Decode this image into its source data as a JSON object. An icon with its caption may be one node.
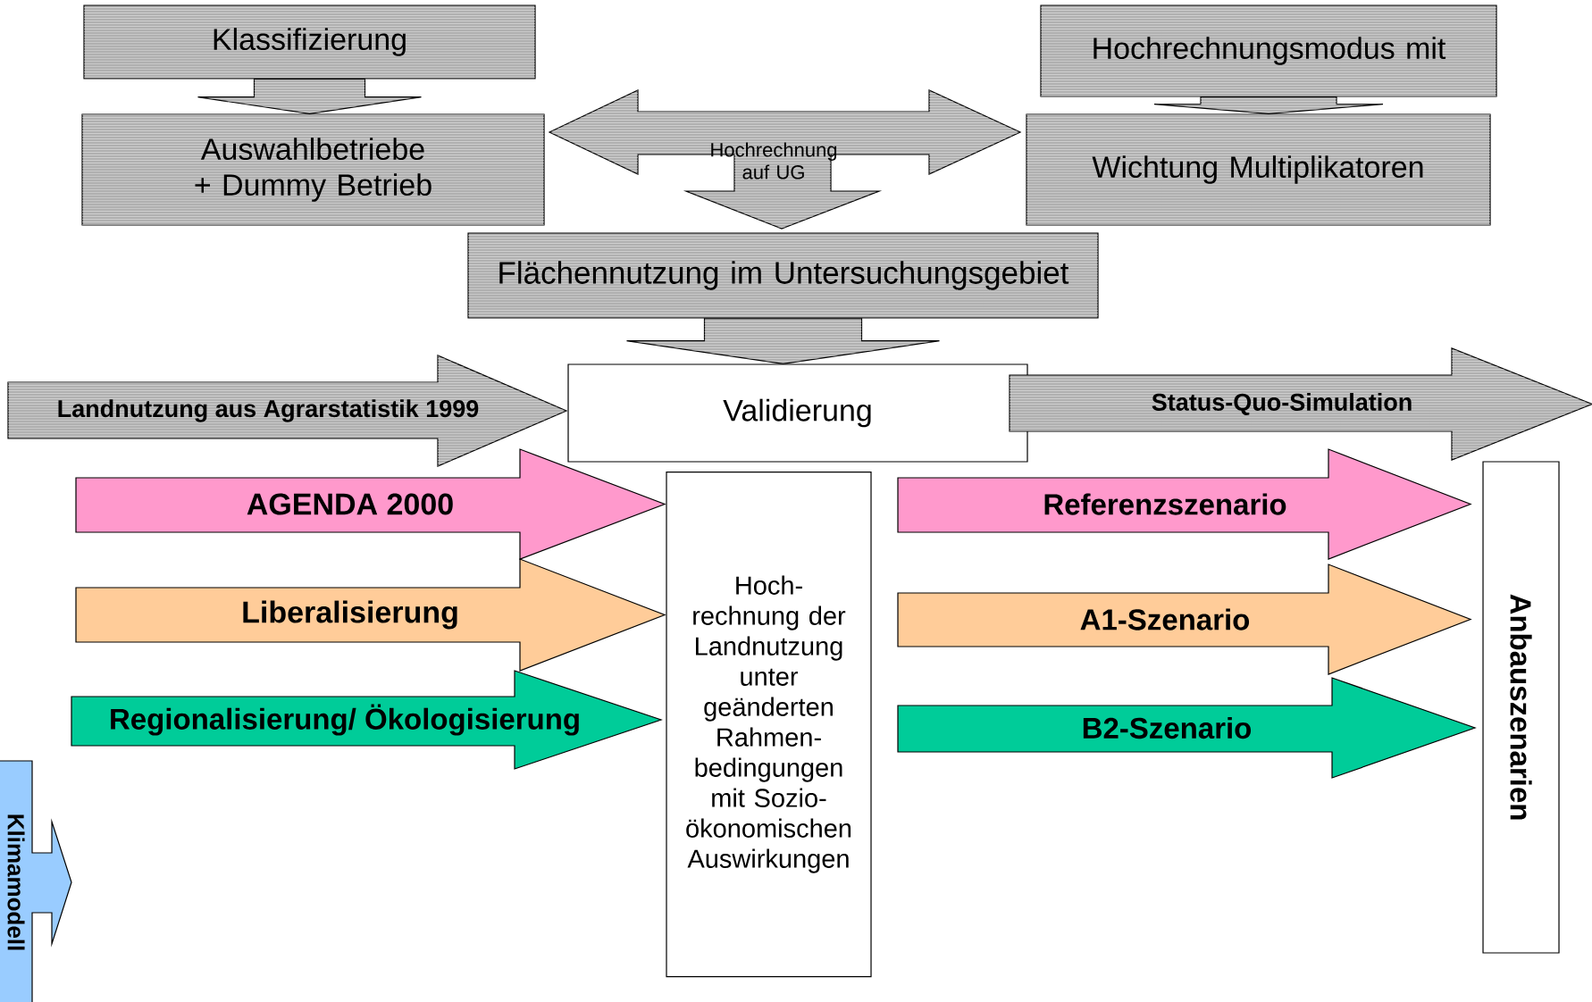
{
  "diagram": {
    "nodes": [
      {
        "text": [
          "Klassifizierung"
        ]
      },
      {
        "text": [
          "Hochrechnungsmodus mit"
        ]
      },
      {
        "text": [
          "Auswahlbetriebe + Dummy Betrieb"
        ]
      },
      {
        "text": [
          "Hochrechnung auf UG"
        ]
      },
      {
        "text": [
          "Wichtung Multiplikatoren"
        ]
      },
      {
        "text": [
          "Flächennutzung im Untersuchungsgebiet"
        ]
      },
      {
        "text": [
          "Landnutzung aus Agrarstatistik 1999"
        ]
      },
      {
        "text": [
          "Validierung"
        ]
      },
      {
        "text": [
          "Status-Quo-Simulation"
        ]
      },
      {
        "text": [
          "AGENDA 2000"
        ]
      },
      {
        "text": [
          "Referenzszenario"
        ]
      },
      {
        "text": [
          "Liberalisierung"
        ]
      },
      {
        "text": [
          "A1-Szenario"
        ]
      },
      {
        "text": [
          "Regionalisierung/ Ökologisierung"
        ]
      },
      {
        "text": [
          "B2-Szenario"
        ]
      },
      {
        "text": [
          "Hoch- rechnung der Landnutzung unter geänderten Rahmen- bedingungen mit Sozio- ökonomischen Auswirkungen"
        ]
      },
      {
        "text": [
          "Anbauszenarien"
        ]
      },
      {
        "text": [
          "Klimamodell"
        ]
      }
    ],
    "edges": [
      {
        "from": 0,
        "to": 2,
        "arrow": "to"
      },
      {
        "from": 1,
        "to": 4,
        "arrow": "to"
      },
      {
        "from": 5,
        "to": 7,
        "arrow": "to"
      }
    ]
  }
}
